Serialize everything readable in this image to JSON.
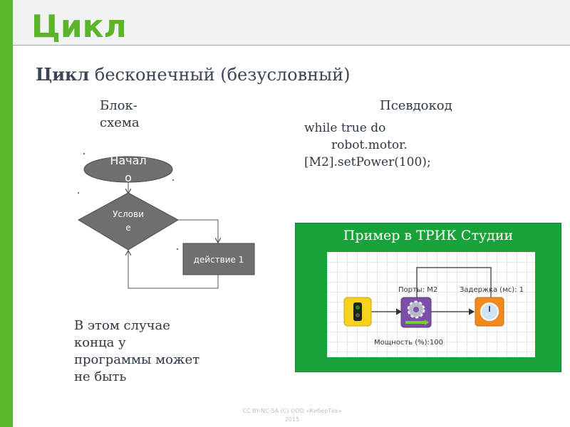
{
  "slide": {
    "title": "Цикл",
    "subtitle_bold": "Цикл",
    "subtitle_rest": " бесконечный (безусловный)"
  },
  "flowchart": {
    "heading_line1": "Блок-",
    "heading_line2": "схема",
    "start_line1": "Начал",
    "start_line2": "о",
    "condition_line1": "Услови",
    "condition_line2": "е",
    "action": "действие 1"
  },
  "pseudocode": {
    "heading": "Псевдокод",
    "lines": [
      "while true do",
      "robot.motor.",
      "[M2].setPower(100);"
    ]
  },
  "note": {
    "lines": [
      "В этом случае",
      "конца у",
      "программы может",
      "не быть"
    ]
  },
  "trik_example": {
    "title": "Пример в ТРИК Студии",
    "ports_label": "Порты: M2",
    "delay_label": "Задержка (мс): 1",
    "power_label": "Мощность (%):100",
    "icons": [
      "traffic-light-icon",
      "gear-motor-icon",
      "timer-icon"
    ]
  },
  "footer": {
    "line1": "CC BY-NC-SA (C) ООО «КиберТех»",
    "line2": "2015"
  },
  "colors": {
    "accent_green": "#5ab52b",
    "trik_green": "#18a33a",
    "shape_gray": "#6f6f6f"
  }
}
